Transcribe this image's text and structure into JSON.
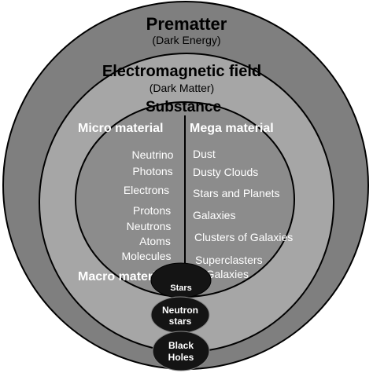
{
  "rings": {
    "outer": {
      "title": "Prematter",
      "subtitle": "(Dark Energy)",
      "color": "#7f7f7f"
    },
    "middle": {
      "title": "Electromagnetic field",
      "subtitle": "(Dark Matter)",
      "color": "#a6a6a6"
    },
    "inner": {
      "title": "Substance",
      "color": "#8c8c8c"
    }
  },
  "micro": {
    "title": "Micro material",
    "items": [
      "Neutrino",
      "Photons",
      "Electrons",
      "Protons",
      "Neutrons",
      "Atoms",
      "Molecules"
    ]
  },
  "mega": {
    "title": "Mega material",
    "items": [
      "Dust",
      "Dusty Clouds",
      "Stars and Planets",
      "Galaxies",
      "Clusters of  Galaxies",
      "Superclasters",
      "of Galaxies"
    ]
  },
  "macro": {
    "title": "Macro material"
  },
  "bodies": {
    "stars": "Stars",
    "neutron_line1": "Neutron",
    "neutron_line2": "stars",
    "black_line1": "Black",
    "black_line2": "Holes",
    "color": "#141414"
  }
}
